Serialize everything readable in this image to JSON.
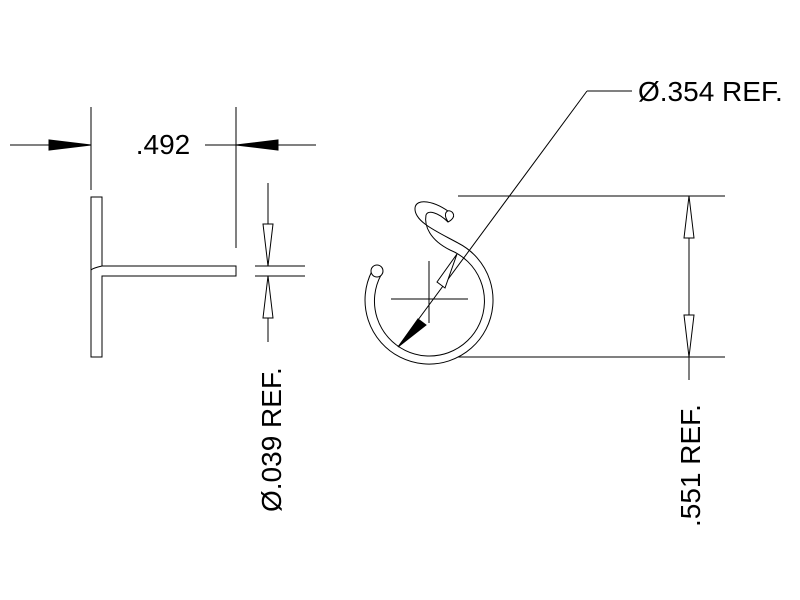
{
  "drawing": {
    "dimensions": {
      "width_dim": ".492",
      "wire_diameter_dim": "Ø.039 REF.",
      "hook_diameter_dim": "Ø.354 REF.",
      "height_dim": ".551 REF."
    }
  }
}
